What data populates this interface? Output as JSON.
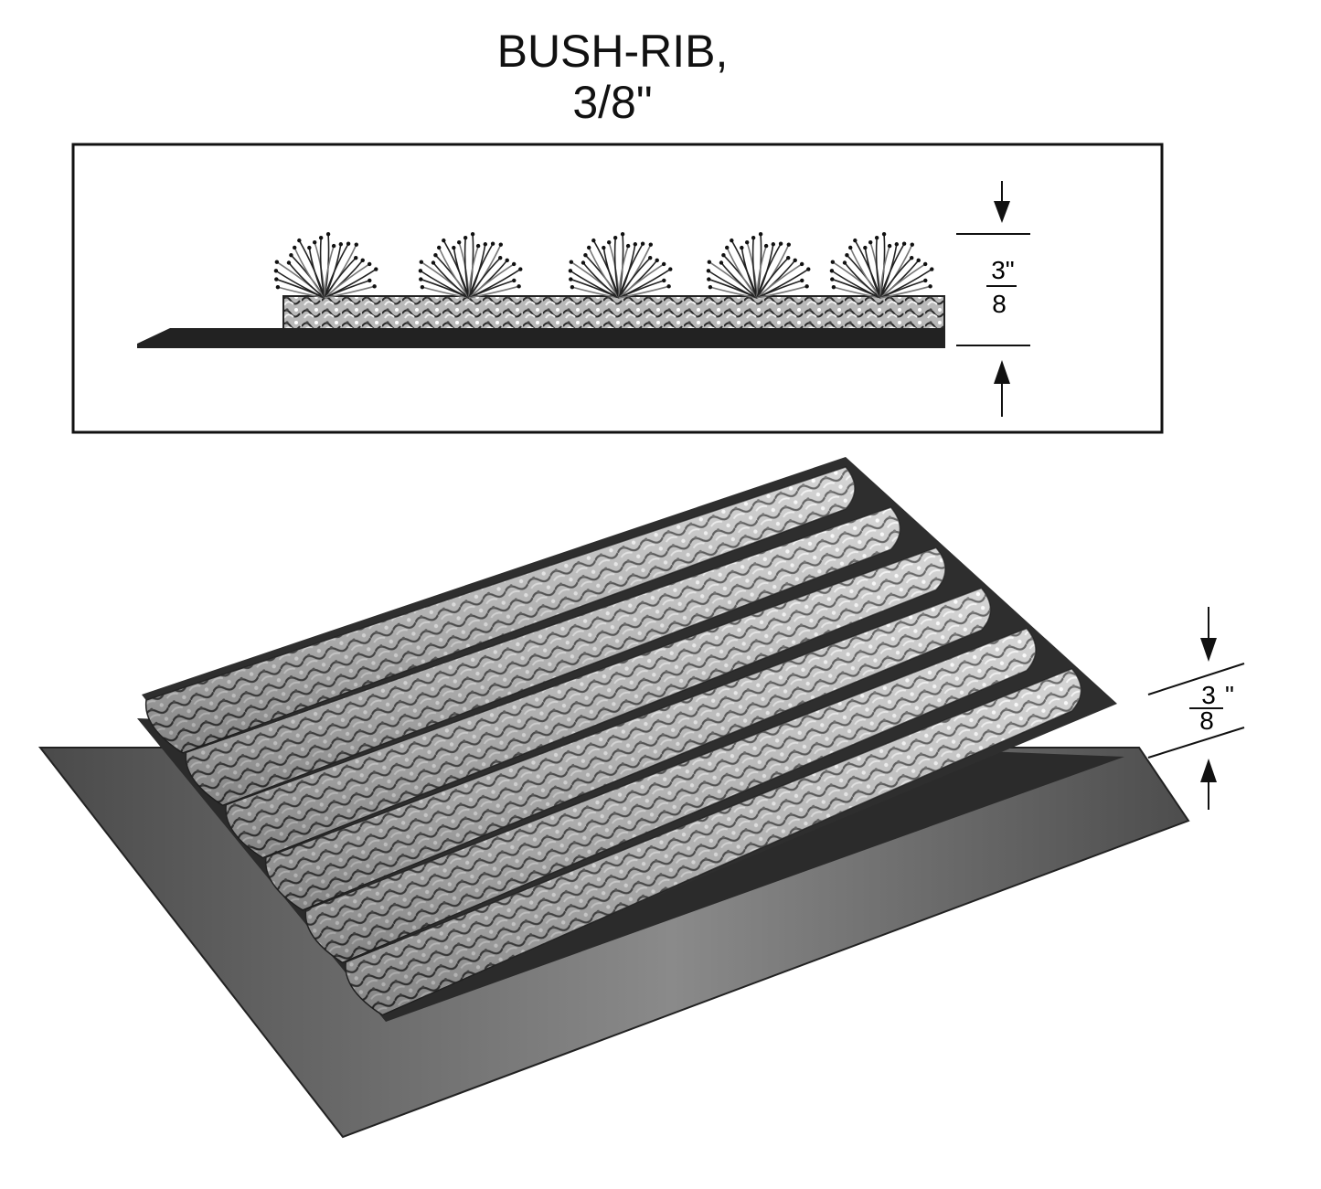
{
  "title": {
    "line1": "BUSH-RIB,",
    "line2": "3/8\""
  },
  "side_view": {
    "dimension": {
      "numerator": "3\"",
      "denominator": "8"
    }
  },
  "perspective_view": {
    "dimension": {
      "numerator": "3",
      "inch_mark": "\"",
      "denominator": "8"
    }
  },
  "colors": {
    "rubber_base": "#5a5a5a",
    "fiber_light": "#d8d8d8",
    "fiber_dark": "#2a2a2a",
    "outline": "#111111"
  }
}
